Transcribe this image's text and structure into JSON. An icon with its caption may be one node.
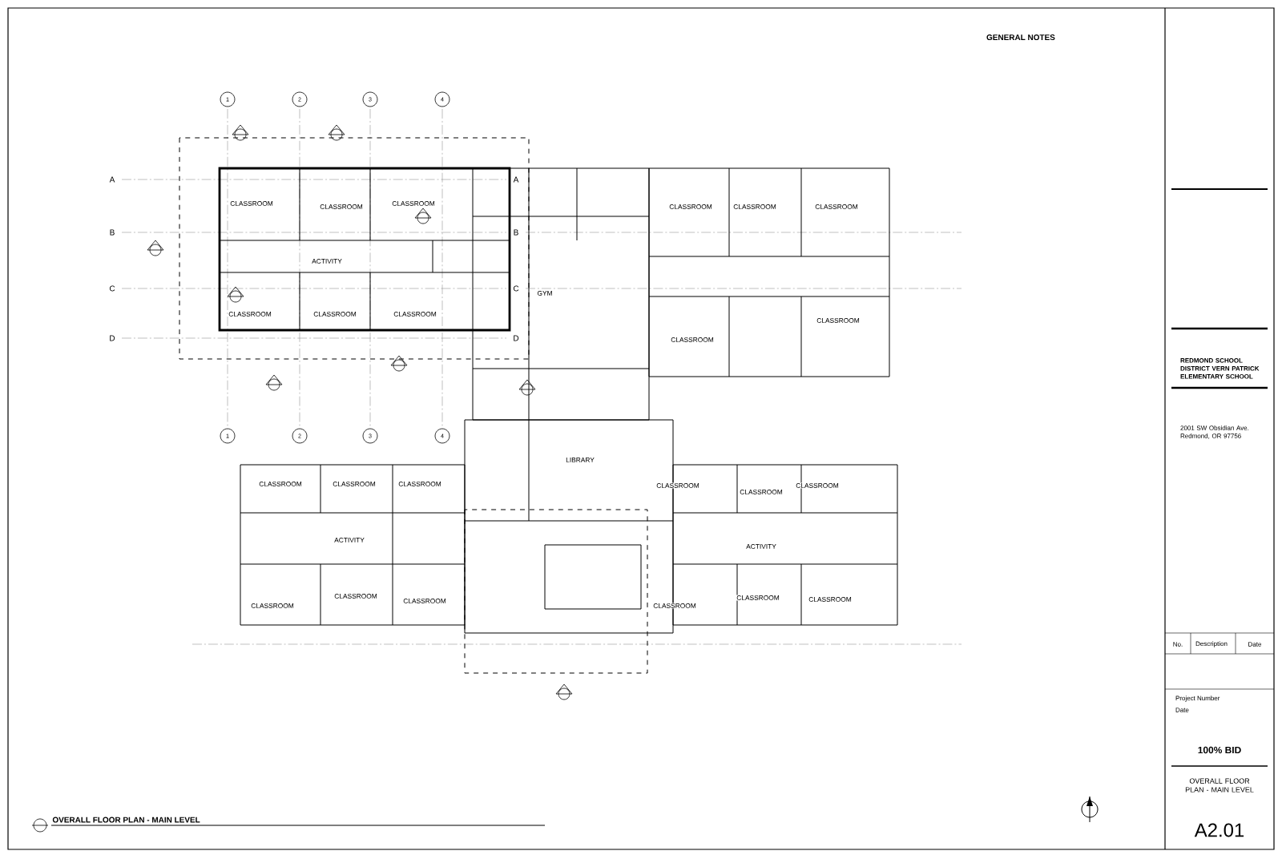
{
  "diagram": {
    "title": "OVERALL FLOOR PLAN - MAIN LEVEL",
    "labels": [
      "GENERAL NOTES",
      "1",
      "2",
      "3",
      "4",
      "A",
      "A",
      "B",
      "B",
      "C",
      "C",
      "D",
      "D",
      "1",
      "2",
      "3",
      "4",
      "CLASSROOM",
      "CLASSROOM",
      "CLASSROOM",
      "ACTIVITY",
      "CLASSROOM",
      "CLASSROOM",
      "CLASSROOM",
      "CLASSROOM",
      "CLASSROOM",
      "CLASSROOM",
      "GYM",
      "CLASSROOM",
      "CLASSROOM",
      "CLASSROOM",
      "CLASSROOM",
      "CLASSROOM",
      "ACTIVITY",
      "CLASSROOM",
      "CLASSROOM",
      "CLASSROOM",
      "LIBRARY",
      "CLASSROOM",
      "CLASSROOM",
      "CLASSROOM",
      "ACTIVITY",
      "CLASSROOM",
      "CLASSROOM",
      "CLASSROOM",
      "REDMOND SCHOOL DISTRICT VERN PATRICK ELEMENTARY SCHOOL",
      "2001 SW Obsidian Ave. Redmond, OR 97756",
      "No.",
      "Description",
      "Date",
      "Project Number",
      "Date",
      "100% BID",
      "OVERALL FLOOR PLAN - MAIN LEVEL",
      "A2.01"
    ]
  }
}
